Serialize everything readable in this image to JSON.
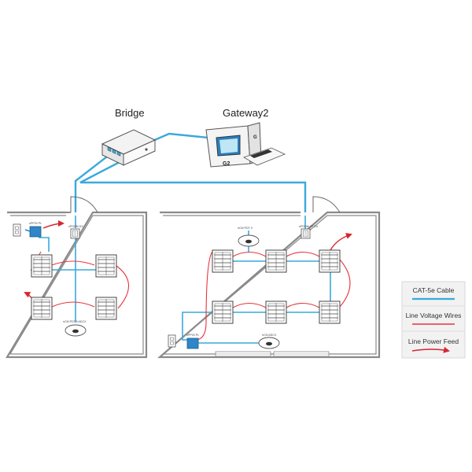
{
  "devices": {
    "bridge": {
      "label": "Bridge"
    },
    "gateway": {
      "label": "Gateway2",
      "badge": "G2"
    }
  },
  "room_left": {
    "power_pack_label": "nPP20 PL",
    "switch_label": "nPODM DX",
    "sensor_label": "nCM PDT 9 ADCX"
  },
  "room_right": {
    "sensor_top_label": "nCM PDT 9",
    "switch_label": "nPODM 4P DX",
    "power_pack_label": "nPP20 PL",
    "sensor_bottom_label": "nCM ADCX"
  },
  "legend": {
    "items": [
      {
        "label": "CAT-5e Cable",
        "line": "cat5e"
      },
      {
        "label": "Line Voltage Wires",
        "line": "line-voltage"
      },
      {
        "label": "Line Power Feed",
        "line": "power-feed"
      }
    ]
  },
  "colors": {
    "cat5e": "#3aa9dc",
    "line_voltage": "#e8333c",
    "power_feed": "#d7262e",
    "wall": "#8a8a8a",
    "device_blue": "#2f86c8"
  }
}
